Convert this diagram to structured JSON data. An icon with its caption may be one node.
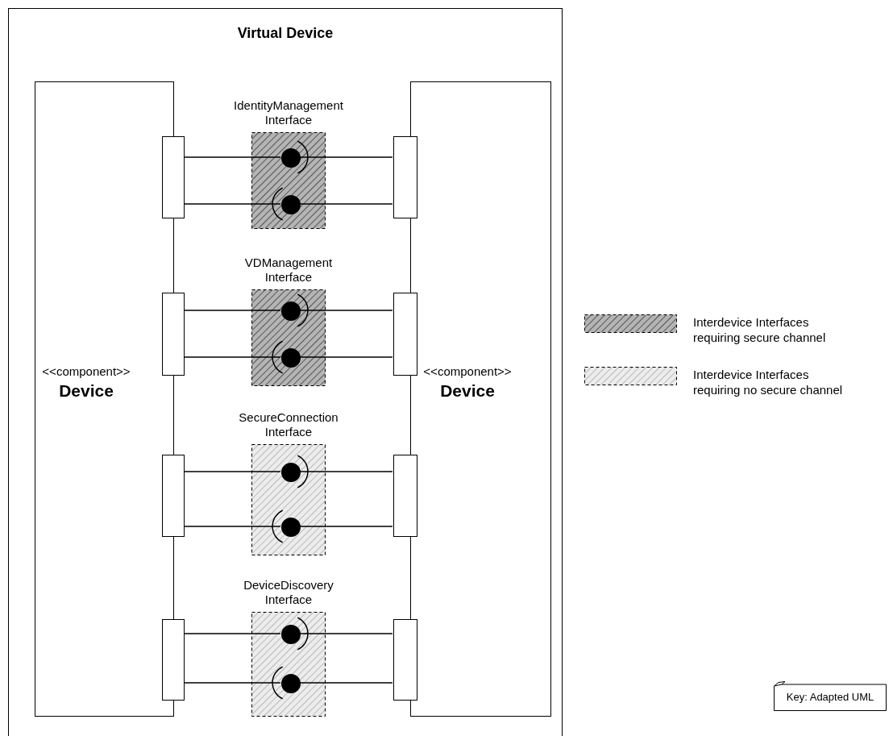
{
  "diagram": {
    "nodes": [
      {
        "text": [
          "Virtual Device"
        ]
      },
      {
        "text": [
          "<<component>>",
          "Device"
        ],
        "in": 0
      },
      {
        "text": [
          "<<component>>",
          "Device"
        ],
        "in": 0
      },
      {
        "text": [
          "IdentityManagement Interface"
        ],
        "in": 0
      },
      {
        "text": [],
        "shape": "box",
        "in": 0
      },
      {
        "text": [],
        "shape": "box",
        "in": 0
      },
      {
        "text": [],
        "shape": "circle",
        "in": 3
      },
      {
        "text": [],
        "shape": "circle",
        "in": 3
      },
      {
        "text": [
          "VDManagement Interface"
        ],
        "in": 0
      },
      {
        "text": [],
        "shape": "box",
        "in": 0
      },
      {
        "text": [],
        "shape": "box",
        "in": 0
      },
      {
        "text": [],
        "shape": "circle",
        "in": 8
      },
      {
        "text": [],
        "shape": "circle",
        "in": 8
      },
      {
        "text": [
          "SecureConnection Interface"
        ],
        "in": 0
      },
      {
        "text": [],
        "shape": "box",
        "in": 0
      },
      {
        "text": [],
        "shape": "box",
        "in": 0
      },
      {
        "text": [],
        "shape": "circle",
        "in": 13
      },
      {
        "text": [],
        "shape": "circle",
        "in": 13
      },
      {
        "text": [
          "DeviceDiscovery Interface"
        ],
        "in": 0
      },
      {
        "text": [],
        "shape": "box",
        "in": 0
      },
      {
        "text": [],
        "shape": "box",
        "in": 0
      },
      {
        "text": [],
        "shape": "circle",
        "in": 18
      },
      {
        "text": [],
        "shape": "circle",
        "in": 18
      },
      {
        "text": [
          "Key: Adapted UML"
        ]
      }
    ],
    "edges": [
      {
        "from": 4,
        "to": 6,
        "arrow": "none"
      },
      {
        "from": 5,
        "to": 6,
        "arrow": "other"
      },
      {
        "from": 4,
        "to": 7,
        "arrow": "other"
      },
      {
        "from": 5,
        "to": 7,
        "arrow": "none"
      },
      {
        "from": 9,
        "to": 11,
        "arrow": "none"
      },
      {
        "from": 10,
        "to": 11,
        "arrow": "other"
      },
      {
        "from": 9,
        "to": 12,
        "arrow": "other"
      },
      {
        "from": 10,
        "to": 12,
        "arrow": "none"
      },
      {
        "from": 14,
        "to": 16,
        "arrow": "none"
      },
      {
        "from": 15,
        "to": 16,
        "arrow": "other"
      },
      {
        "from": 14,
        "to": 17,
        "arrow": "other"
      },
      {
        "from": 15,
        "to": 17,
        "arrow": "none"
      },
      {
        "from": 19,
        "to": 21,
        "arrow": "none"
      },
      {
        "from": 20,
        "to": 21,
        "arrow": "other"
      },
      {
        "from": 19,
        "to": 22,
        "arrow": "other"
      },
      {
        "from": 20,
        "to": 22,
        "arrow": "none"
      }
    ],
    "legend": [
      {
        "text": "Interdevice Interfaces requiring secure channel"
      },
      {
        "text": "Interdevice Interfaces requiring no secure channel"
      }
    ]
  }
}
